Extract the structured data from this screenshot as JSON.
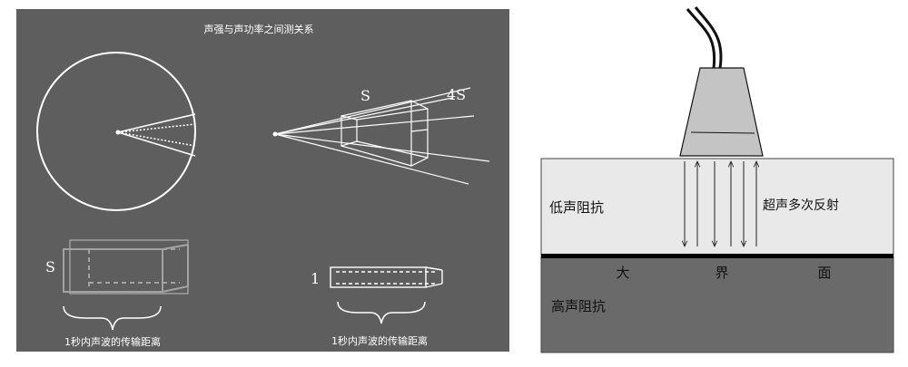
{
  "left_panel": {
    "title": "声强与声功率之间测关系",
    "cone_label_near": "S",
    "cone_label_far": "4S",
    "prism_large_label": "S",
    "prism_small_label": "1",
    "caption_large": "1秒内声波的传输距离",
    "caption_small": "1秒内声波的传输距离",
    "background_color": "#5e5e5e"
  },
  "right_panel": {
    "low_impedance_label": "低声阻抗",
    "multi_reflection_label": "超声多次反射",
    "interface_label": [
      "大",
      "界",
      "面"
    ],
    "high_impedance_label": "高声阻抗",
    "low_color": "#e9e9e9",
    "high_color": "#6a6a6a",
    "probe_color": "#c4c4c4"
  }
}
